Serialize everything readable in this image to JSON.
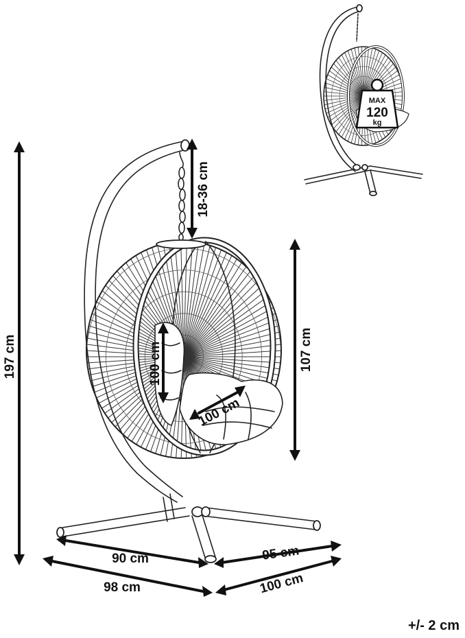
{
  "dimensions": {
    "total_height": "197 cm",
    "chain_length": "18-36 cm",
    "basket_height": "107 cm",
    "seat_height": "100 cm",
    "seat_depth": "100 cm",
    "base_left_short": "90 cm",
    "base_right_short": "95 cm",
    "base_left_long": "98 cm",
    "base_right_long": "100 cm"
  },
  "max_load": {
    "label": "MAX",
    "value": "120",
    "unit": "kg"
  },
  "tolerance": "+/- 2 cm",
  "colors": {
    "line": "#222222",
    "text": "#111111",
    "background": "#ffffff"
  }
}
